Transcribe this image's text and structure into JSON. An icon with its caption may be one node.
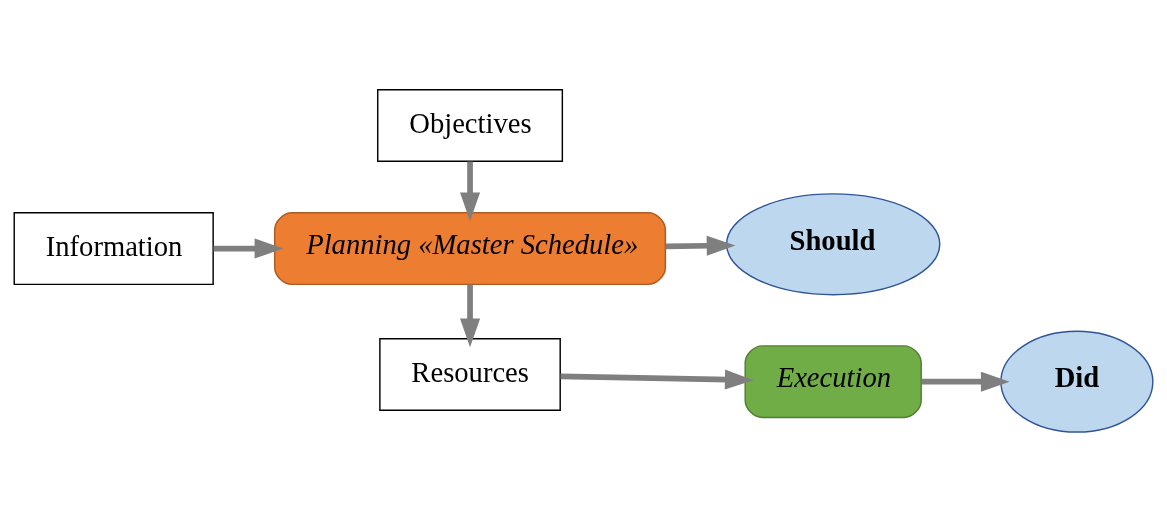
{
  "diagram": {
    "nodes": [
      {
        "text": [
          "Objectives"
        ]
      },
      {
        "text": [
          "Information"
        ]
      },
      {
        "text": [
          "Planning «Master Schedule»"
        ]
      },
      {
        "text": [
          "Should"
        ]
      },
      {
        "text": [
          "Resources"
        ]
      },
      {
        "text": [
          "Execution"
        ]
      },
      {
        "text": [
          "Did"
        ]
      }
    ],
    "edges": [
      {
        "from": 0,
        "to": 2,
        "arrow": "to"
      },
      {
        "from": 1,
        "to": 2,
        "arrow": "to"
      },
      {
        "from": 2,
        "to": 3,
        "arrow": "to"
      },
      {
        "from": 2,
        "to": 4,
        "arrow": "to"
      },
      {
        "from": 4,
        "to": 5,
        "arrow": "to"
      },
      {
        "from": 5,
        "to": 6,
        "arrow": "to"
      }
    ]
  }
}
